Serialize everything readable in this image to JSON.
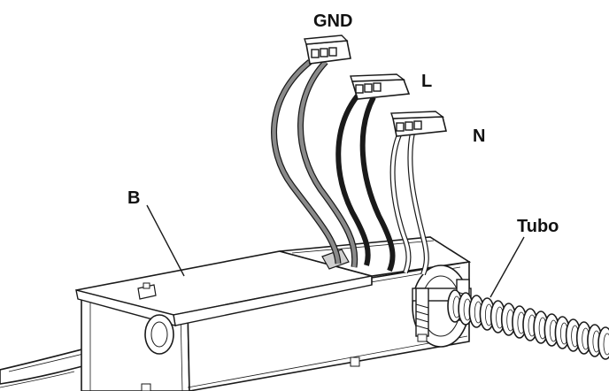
{
  "labels": {
    "gnd": "GND",
    "l": "L",
    "n": "N",
    "b": "B",
    "tubo": "Tubo"
  },
  "colors": {
    "outline": "#1a1a1a",
    "gnd_wire": "#8a8a8a",
    "live_wire": "#1a1a1a",
    "neutral_wire": "#ffffff",
    "background": "#ffffff"
  }
}
